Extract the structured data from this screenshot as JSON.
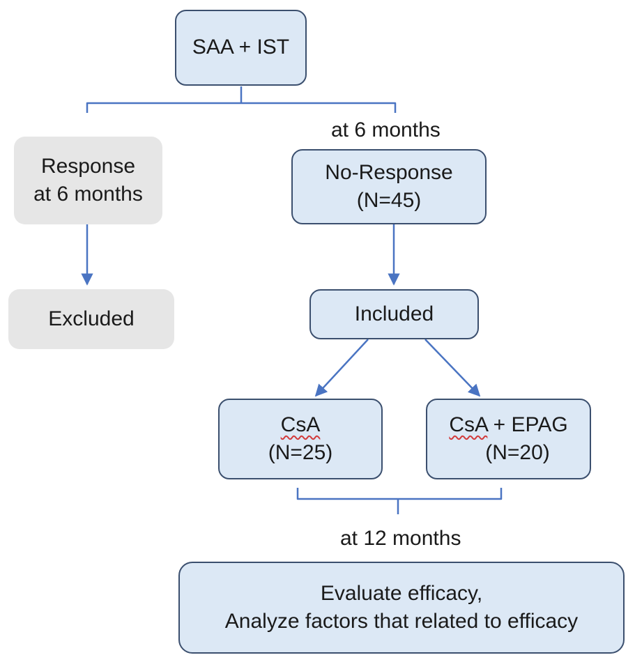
{
  "nodes": {
    "start": {
      "line1": "SAA + IST"
    },
    "response": {
      "line1": "Response",
      "line2": "at 6 months"
    },
    "excluded": {
      "line1": "Excluded"
    },
    "no_response": {
      "line1": "No-Response",
      "line2": "(N=45)"
    },
    "included": {
      "line1": "Included"
    },
    "csa": {
      "line1": "CsA",
      "line2": "(N=25)"
    },
    "csa_epag": {
      "line1_squiggle": "CsA",
      "line1_rest": " + EPAG",
      "line2": "(N=20)"
    },
    "evaluate": {
      "line1": "Evaluate efficacy,",
      "line2": "Analyze factors that related to efficacy"
    }
  },
  "labels": {
    "at_6_months": "at 6 months",
    "at_12_months": "at 12 months"
  },
  "colors": {
    "connector": "#4a74c2",
    "box_fill_blue": "#dce8f5",
    "box_border_blue": "#3b4f6e",
    "box_fill_gray": "#e6e6e6",
    "spellcheck_underline": "#d23b3b"
  }
}
